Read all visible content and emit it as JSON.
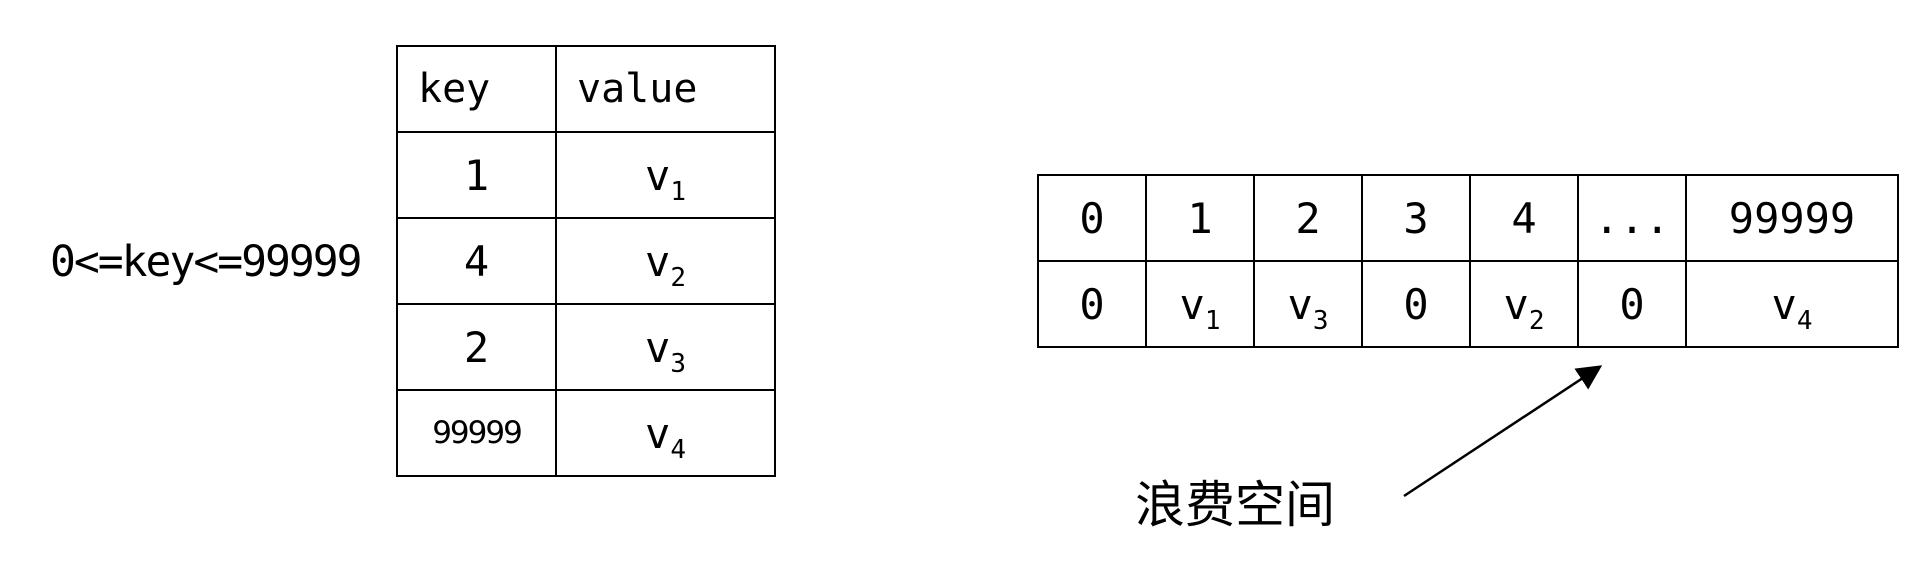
{
  "range_label": "0<=key<=99999",
  "kv_table": {
    "headers": [
      "key",
      "value"
    ],
    "rows": [
      {
        "key": "1",
        "value": "v",
        "sub": "1"
      },
      {
        "key": "4",
        "value": "v",
        "sub": "2"
      },
      {
        "key": "2",
        "value": "v",
        "sub": "3"
      },
      {
        "key": "99999",
        "value": "v",
        "sub": "4"
      }
    ]
  },
  "array_table": {
    "indices": [
      "0",
      "1",
      "2",
      "3",
      "4",
      "...",
      "99999"
    ],
    "values": [
      {
        "value": "0",
        "sub": ""
      },
      {
        "value": "v",
        "sub": "1"
      },
      {
        "value": "v",
        "sub": "3"
      },
      {
        "value": "0",
        "sub": ""
      },
      {
        "value": "v",
        "sub": "2"
      },
      {
        "value": "0",
        "sub": ""
      },
      {
        "value": "v",
        "sub": "4"
      }
    ]
  },
  "annotation": "浪费空间"
}
